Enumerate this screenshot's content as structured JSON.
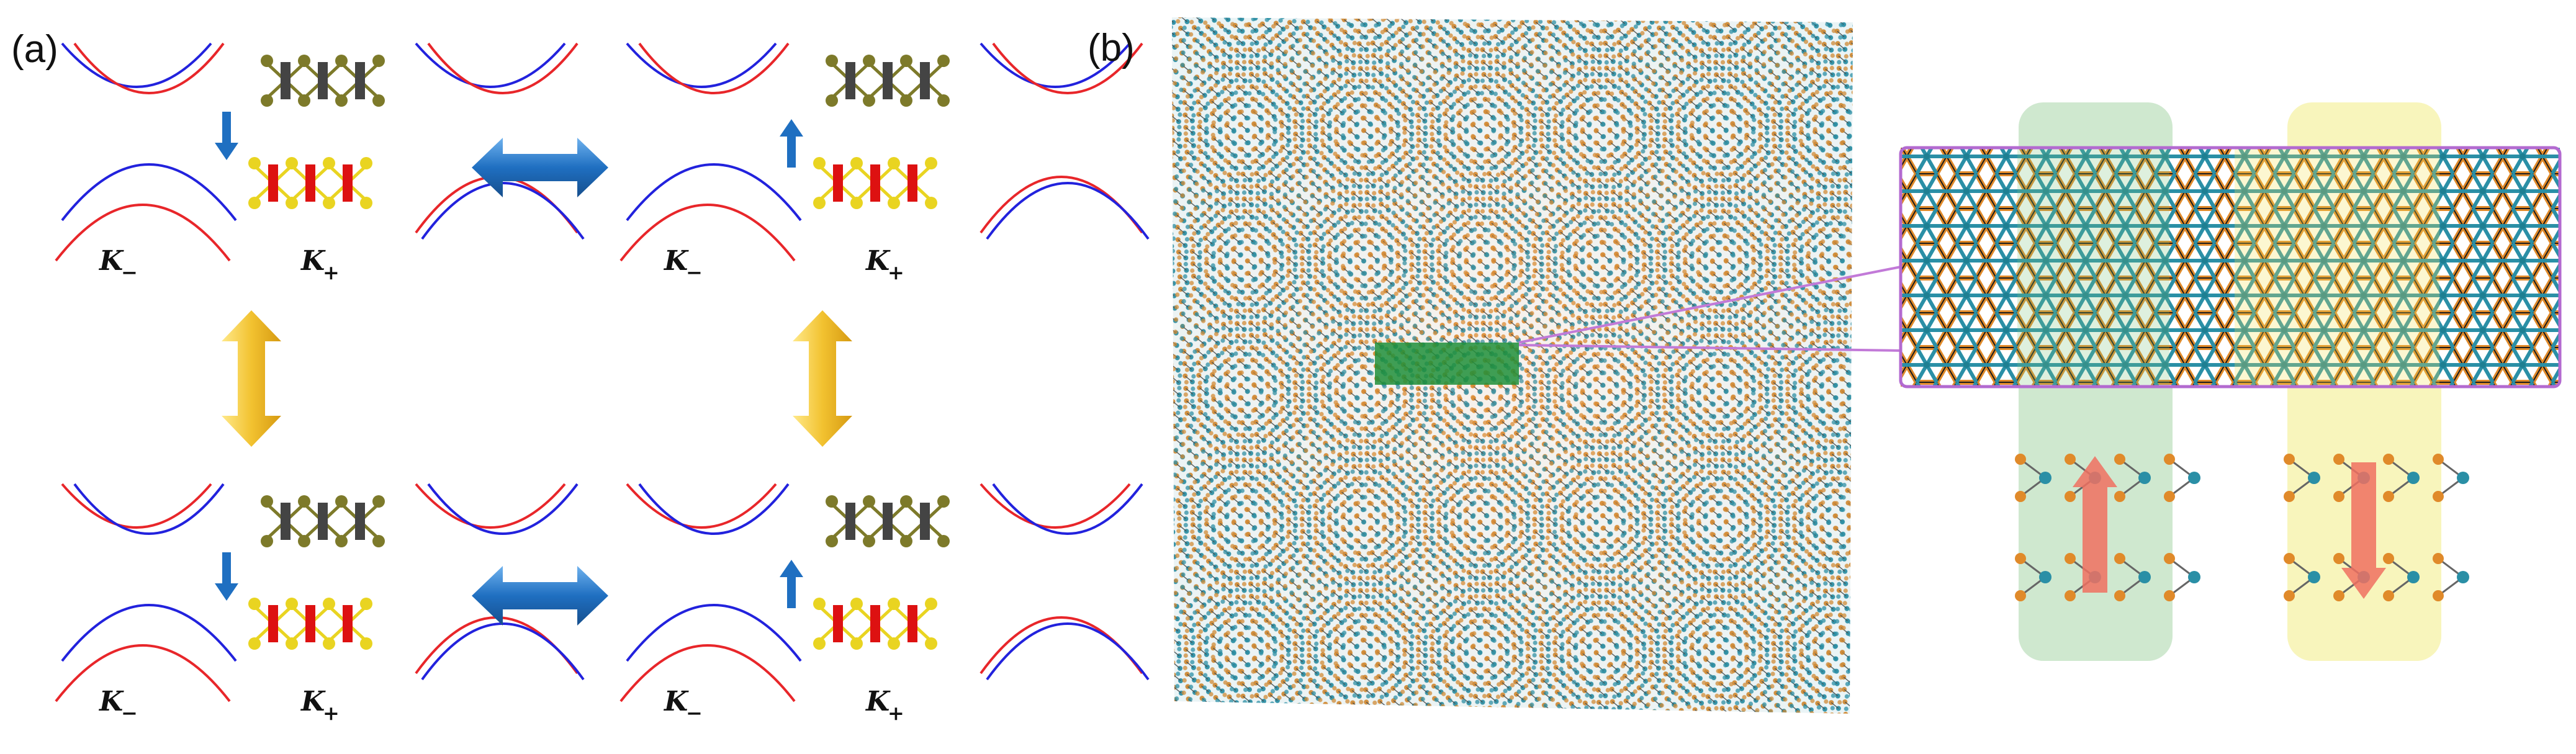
{
  "figure": {
    "panel_a": {
      "label": "(a)",
      "valley_left": "K",
      "valley_left_sub": "−",
      "valley_right": "K",
      "valley_right_sub": "+",
      "subpanels": [
        {
          "id": "top-left",
          "arrow": "down",
          "top_band": "red-inner"
        },
        {
          "id": "top-right",
          "arrow": "up",
          "top_band": "red-inner"
        },
        {
          "id": "bottom-left",
          "arrow": "down",
          "top_band": "blue-inner"
        },
        {
          "id": "bottom-right",
          "arrow": "up",
          "top_band": "blue-inner"
        }
      ],
      "switch_arrows": [
        {
          "id": "top-horizontal",
          "orientation": "horizontal",
          "color": "blue"
        },
        {
          "id": "bottom-horizontal",
          "orientation": "horizontal",
          "color": "blue"
        },
        {
          "id": "left-vertical",
          "orientation": "vertical",
          "color": "yellow"
        },
        {
          "id": "right-vertical",
          "orientation": "vertical",
          "color": "yellow"
        }
      ]
    },
    "panel_b": {
      "label": "(b)",
      "polarization_boxes": [
        {
          "id": "green-domain",
          "arrow": "up"
        },
        {
          "id": "yellow-domain",
          "arrow": "down"
        }
      ]
    }
  },
  "colors": {
    "band_red": "#e8262a",
    "band_blue": "#2222dd",
    "arrow_blue": "#1f6fc1",
    "arrow_yellow": "#f2c230",
    "atom_dark": "#444444",
    "atom_olive": "#7d7a2a",
    "atom_red": "#dd1111",
    "atom_yellow": "#e9d421",
    "moire_teal": "#2a8fa6",
    "moire_orange": "#e08a2a",
    "highlight_green": "#1f8f3a",
    "inset_border": "#b36ad0",
    "green_box": "#bfe0bf",
    "yellow_box": "#f7f3b0",
    "polar_arrow": "#f07060"
  }
}
